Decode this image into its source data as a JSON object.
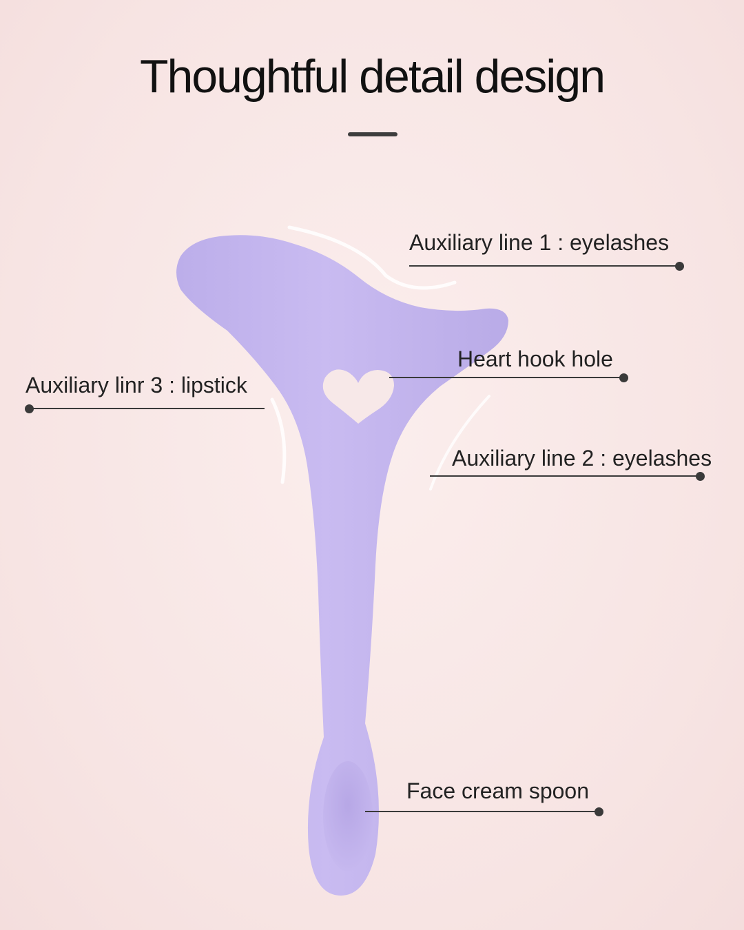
{
  "title": "Thoughtful detail design",
  "colors": {
    "background": "#f8e7e6",
    "product": "#c7b8ef",
    "text": "#1b1b1b",
    "leader": "#3a3a3a"
  },
  "product": {
    "name_icon": "silicone-eyeliner-stencil-tool"
  },
  "labels": {
    "line1": "Auxiliary line 1 : eyelashes",
    "heart_hook": "Heart hook hole",
    "line3": "Auxiliary linr 3 : lipstick",
    "line2": "Auxiliary line 2 : eyelashes",
    "spoon": "Face cream spoon"
  }
}
